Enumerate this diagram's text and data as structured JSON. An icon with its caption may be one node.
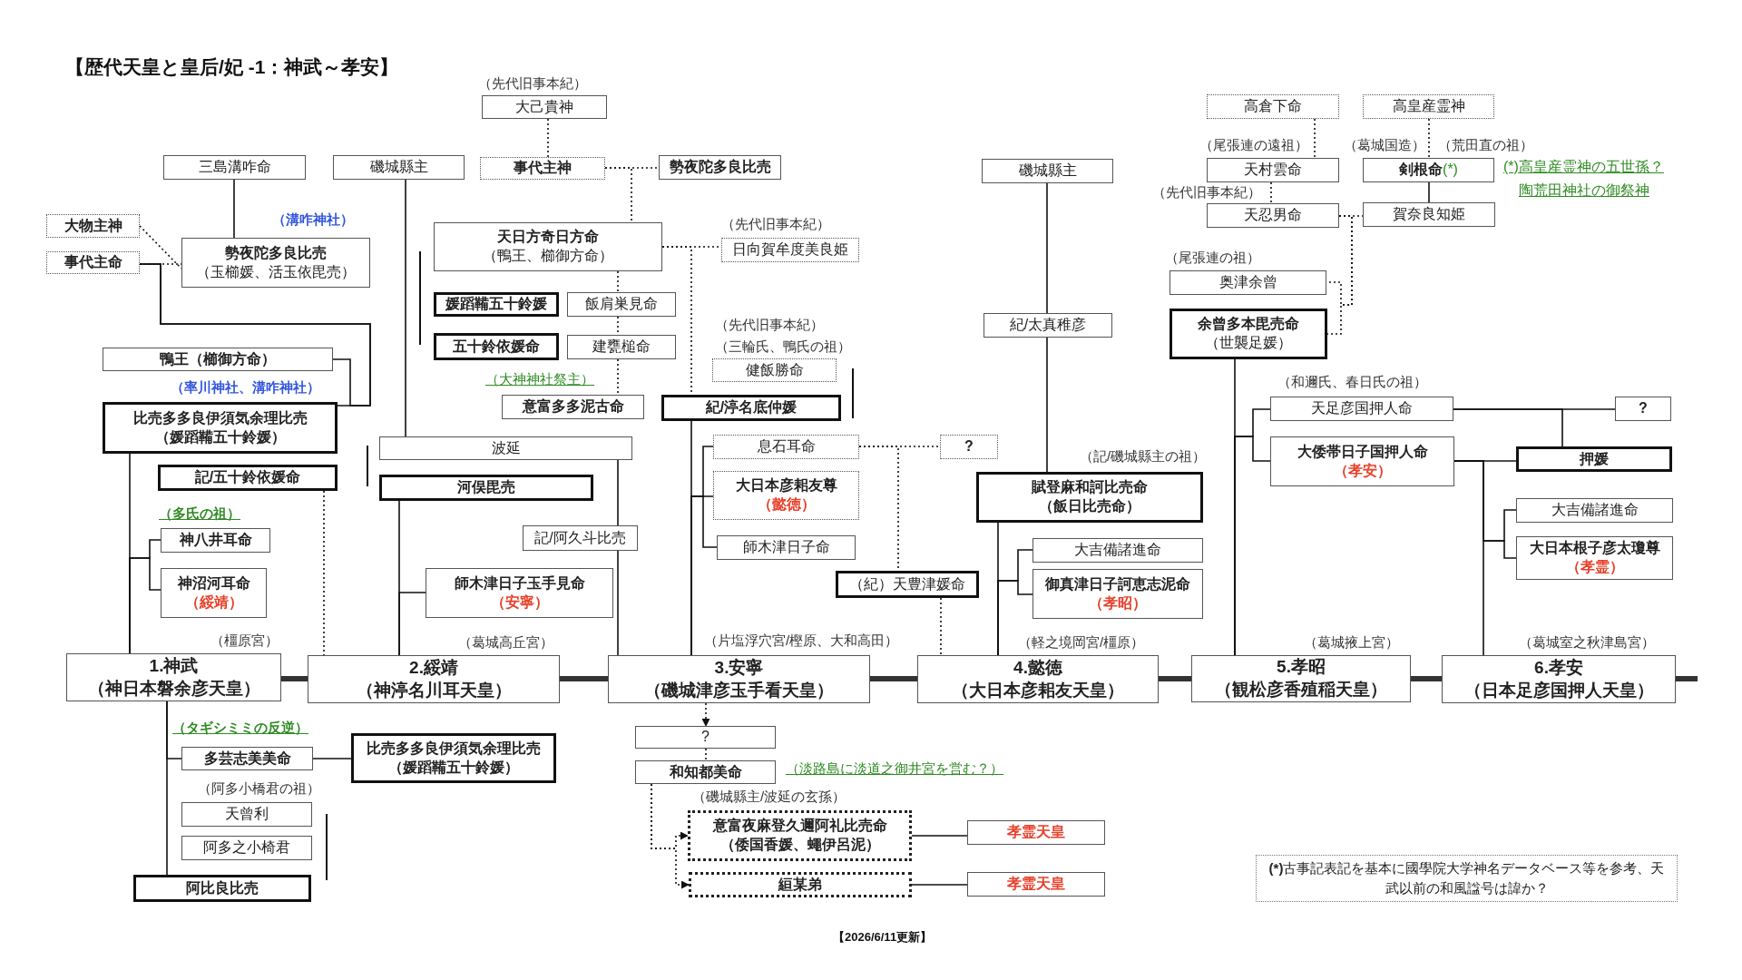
{
  "diagram": {
    "title": "【歴代天皇と皇后/妃 -1：神武～孝安】",
    "nodes": [
      {
        "text": [
          "大己貴神"
        ],
        "beside": [
          "（先代旧事本紀）"
        ]
      },
      {
        "text": [
          "事代主神"
        ]
      },
      {
        "text": [
          "勢夜陀多良比売"
        ]
      },
      {
        "text": [
          "三島溝咋命"
        ]
      },
      {
        "text": [
          "磯城縣主"
        ]
      },
      {
        "text": [
          "大物主神"
        ]
      },
      {
        "text": [
          "事代主命"
        ]
      },
      {
        "text": [
          "勢夜陀多良比売",
          "（玉櫛媛、活玉依毘売）"
        ],
        "beside": [
          "（溝咋神社）"
        ]
      },
      {
        "text": [
          "天日方奇日方命",
          "（鴨王、櫛御方命）"
        ]
      },
      {
        "text": [
          "日向賀牟度美良姫"
        ],
        "beside": [
          "（先代旧事本紀）"
        ]
      },
      {
        "text": [
          "媛蹈鞴五十鈴媛"
        ]
      },
      {
        "text": [
          "飯肩巣見命"
        ]
      },
      {
        "text": [
          "五十鈴依媛命"
        ]
      },
      {
        "text": [
          "建甕槌命"
        ]
      },
      {
        "text": [
          "意富多多泥古命"
        ],
        "beside": [
          "（大神神社祭主）"
        ]
      },
      {
        "text": [
          "健飯勝命"
        ],
        "beside": [
          "（先代旧事本紀）",
          "（三輪氏、鴨氏の祖）"
        ]
      },
      {
        "text": [
          "紀/渟名底仲媛"
        ]
      },
      {
        "text": [
          "鴨王（櫛御方命）"
        ]
      },
      {
        "text": [
          "比売多多良伊須気余理比売",
          "（媛蹈鞴五十鈴媛）"
        ],
        "beside": [
          "（率川神社、溝咋神社）"
        ]
      },
      {
        "text": [
          "記/五十鈴依媛命"
        ]
      },
      {
        "text": [
          "波延"
        ]
      },
      {
        "text": [
          "河俣毘売"
        ]
      },
      {
        "text": [
          "記/阿久斗比売"
        ]
      },
      {
        "text": [
          "神八井耳命"
        ],
        "beside": [
          "（多氏の祖）"
        ]
      },
      {
        "text": [
          "神沼河耳命",
          "（綏靖）"
        ]
      },
      {
        "text": [
          "師木津日子玉手見命",
          "（安寧）"
        ]
      },
      {
        "text": [
          "息石耳命"
        ]
      },
      {
        "text": [
          "?"
        ]
      },
      {
        "text": [
          "大日本彦耜友尊",
          "（懿徳）"
        ]
      },
      {
        "text": [
          "師木津日子命"
        ]
      },
      {
        "text": [
          "（紀）天豊津媛命"
        ]
      },
      {
        "text": [
          "磯城縣主"
        ]
      },
      {
        "text": [
          "紀/太真稚彦"
        ]
      },
      {
        "text": [
          "賦登麻和訶比売命",
          "（飯日比売命）"
        ],
        "beside": [
          "（記/磯城縣主の祖）"
        ]
      },
      {
        "text": [
          "大吉備諸進命"
        ]
      },
      {
        "text": [
          "御真津日子訶恵志泥命",
          "（孝昭）"
        ]
      },
      {
        "text": [
          "高倉下命"
        ]
      },
      {
        "text": [
          "高皇産霊神"
        ]
      },
      {
        "text": [
          "天村雲命"
        ],
        "beside": [
          "（尾張連の遠祖）"
        ]
      },
      {
        "text": [
          "剣根命",
          "(*)"
        ],
        "beside": [
          "（葛城国造）",
          "（荒田直の祖）"
        ]
      },
      {
        "text": [
          "天忍男命"
        ],
        "beside": [
          "（先代旧事本紀）"
        ]
      },
      {
        "text": [
          "賀奈良知姫"
        ]
      },
      {
        "text": [
          "奥津余曾"
        ],
        "beside": [
          "（尾張連の祖）"
        ]
      },
      {
        "text": [
          "余曾多本毘売命",
          "（世襲足媛）"
        ]
      },
      {
        "text": [
          "天足彦国押人命"
        ],
        "beside": [
          "（和邇氏、春日氏の祖）"
        ]
      },
      {
        "text": [
          "?"
        ]
      },
      {
        "text": [
          "大倭帯日子国押人命",
          "（孝安）"
        ]
      },
      {
        "text": [
          "押媛"
        ]
      },
      {
        "text": [
          "大吉備諸進命"
        ]
      },
      {
        "text": [
          "大日本根子彦太瓊尊",
          "（孝霊）"
        ]
      },
      {
        "text": [
          "1.神武",
          "（神日本磐余彦天皇）"
        ],
        "beside": [
          "（橿原宮）"
        ]
      },
      {
        "text": [
          "2.綏靖",
          "（神渟名川耳天皇）"
        ],
        "beside": [
          "（葛城高丘宮）"
        ]
      },
      {
        "text": [
          "3.安寧",
          "（磯城津彦玉手看天皇）"
        ],
        "beside": [
          "（片塩浮穴宮/樫原、大和高田）"
        ]
      },
      {
        "text": [
          "4.懿徳",
          "（大日本彦耜友天皇）"
        ],
        "beside": [
          "（軽之境岡宮/橿原）"
        ]
      },
      {
        "text": [
          "5.孝昭",
          "（観松彦香殖稲天皇）"
        ],
        "beside": [
          "（葛城掖上宮）"
        ]
      },
      {
        "text": [
          "6.孝安",
          "（日本足彦国押人天皇）"
        ],
        "beside": [
          "（葛城室之秋津島宮）"
        ]
      },
      {
        "text": [
          "多芸志美美命"
        ],
        "beside": [
          "（タギシミミの反逆）"
        ]
      },
      {
        "text": [
          "比売多多良伊須気余理比売",
          "（媛蹈鞴五十鈴媛）"
        ]
      },
      {
        "text": [
          "天曾利"
        ],
        "beside": [
          "（阿多小橋君の祖）"
        ]
      },
      {
        "text": [
          "阿多之小椅君"
        ]
      },
      {
        "text": [
          "阿比良比売"
        ]
      },
      {
        "text": [
          "?"
        ]
      },
      {
        "text": [
          "和知都美命"
        ],
        "beside": [
          "（淡路島に淡道之御井宮を営む？）"
        ]
      },
      {
        "text": [
          "意富夜麻登久邇阿礼比売命",
          "（倭国香媛、蠅伊呂泥）"
        ],
        "beside": [
          "（磯城縣主/波延の玄孫）"
        ]
      },
      {
        "text": [
          "絙某弟"
        ]
      },
      {
        "text": [
          "孝霊天皇"
        ]
      },
      {
        "text": [
          "孝霊天皇"
        ]
      },
      {
        "text": [
          "**(*)**古事記表記を基本に國學院大学神名データベース等を参考、天武以前の和風諡号は諱か？"
        ]
      }
    ],
    "edges": [
      {
        "from": 0,
        "to": 1,
        "arrow": "none",
        "style": "dashed"
      },
      {
        "from": 1,
        "to": 2,
        "arrow": "none",
        "style": "dashed"
      },
      {
        "from": 1,
        "to": 8,
        "arrow": "none",
        "style": "dashed"
      },
      {
        "from": 3,
        "to": 7,
        "arrow": "none"
      },
      {
        "from": 5,
        "to": 7,
        "arrow": "none",
        "style": "dashed"
      },
      {
        "from": 6,
        "to": 7,
        "arrow": "none",
        "style": "dashed"
      },
      {
        "from": 6,
        "to": 17,
        "arrow": "none"
      },
      {
        "from": 6,
        "to": 18,
        "arrow": "none"
      },
      {
        "from": 18,
        "to": 50,
        "arrow": "none"
      },
      {
        "from": 50,
        "to": 23,
        "arrow": "none"
      },
      {
        "from": 50,
        "to": 24,
        "arrow": "none"
      },
      {
        "from": 19,
        "to": 51,
        "arrow": "none",
        "style": "dashed"
      },
      {
        "from": 4,
        "to": 20,
        "arrow": "none"
      },
      {
        "from": 21,
        "to": 51,
        "arrow": "none"
      },
      {
        "from": 51,
        "to": 25,
        "arrow": "none"
      },
      {
        "from": 20,
        "to": 22,
        "arrow": "none"
      },
      {
        "from": 22,
        "to": 52,
        "arrow": "none"
      },
      {
        "from": 8,
        "to": 9,
        "arrow": "none",
        "style": "dashed"
      },
      {
        "from": 8,
        "to": 16,
        "arrow": "none",
        "style": "dashed"
      },
      {
        "from": 8,
        "to": 11,
        "arrow": "none",
        "style": "dashed"
      },
      {
        "from": 11,
        "to": 13,
        "arrow": "none",
        "style": "dashed"
      },
      {
        "from": 13,
        "to": 14,
        "arrow": "none",
        "style": "dashed"
      },
      {
        "from": 16,
        "to": 52,
        "arrow": "none"
      },
      {
        "from": 52,
        "to": 26,
        "arrow": "none"
      },
      {
        "from": 52,
        "to": 28,
        "arrow": "none"
      },
      {
        "from": 52,
        "to": 29,
        "arrow": "none"
      },
      {
        "from": 26,
        "to": 27,
        "arrow": "none",
        "style": "dashed"
      },
      {
        "from": 26,
        "to": 30,
        "arrow": "none",
        "style": "dashed"
      },
      {
        "from": 30,
        "to": 53,
        "arrow": "none",
        "style": "dashed"
      },
      {
        "from": 31,
        "to": 32,
        "arrow": "none"
      },
      {
        "from": 32,
        "to": 33,
        "arrow": "none"
      },
      {
        "from": 33,
        "to": 53,
        "arrow": "none"
      },
      {
        "from": 53,
        "to": 34,
        "arrow": "none"
      },
      {
        "from": 53,
        "to": 35,
        "arrow": "none"
      },
      {
        "from": 36,
        "to": 38,
        "arrow": "none",
        "style": "dashed"
      },
      {
        "from": 38,
        "to": 40,
        "arrow": "none",
        "style": "dashed"
      },
      {
        "from": 37,
        "to": 39,
        "arrow": "none",
        "style": "dashed"
      },
      {
        "from": 39,
        "to": 41,
        "arrow": "none"
      },
      {
        "from": 40,
        "to": 41,
        "arrow": "none",
        "style": "dashed"
      },
      {
        "from": 40,
        "to": 42,
        "arrow": "none",
        "style": "dashed"
      },
      {
        "from": 40,
        "to": 43,
        "arrow": "none",
        "style": "dashed"
      },
      {
        "from": 43,
        "to": 54,
        "arrow": "none"
      },
      {
        "from": 54,
        "to": 44,
        "arrow": "none"
      },
      {
        "from": 54,
        "to": 46,
        "arrow": "none"
      },
      {
        "from": 44,
        "to": 45,
        "arrow": "none"
      },
      {
        "from": 44,
        "to": 47,
        "arrow": "none"
      },
      {
        "from": 46,
        "to": 47,
        "arrow": "none"
      },
      {
        "from": 46,
        "to": 48,
        "arrow": "none"
      },
      {
        "from": 46,
        "to": 49,
        "arrow": "none"
      },
      {
        "from": 46,
        "to": 55,
        "arrow": "none"
      },
      {
        "from": 50,
        "to": 51,
        "arrow": "none",
        "style": "thick"
      },
      {
        "from": 51,
        "to": 52,
        "arrow": "none",
        "style": "thick"
      },
      {
        "from": 52,
        "to": 53,
        "arrow": "none",
        "style": "thick"
      },
      {
        "from": 53,
        "to": 54,
        "arrow": "none",
        "style": "thick"
      },
      {
        "from": 54,
        "to": 55,
        "arrow": "none",
        "style": "thick"
      },
      {
        "from": 55,
        "to": null,
        "arrow": "none",
        "style": "thick"
      },
      {
        "from": 50,
        "to": 60,
        "arrow": "none"
      },
      {
        "from": 50,
        "to": 56,
        "arrow": "none"
      },
      {
        "from": 56,
        "to": 57,
        "arrow": "none"
      },
      {
        "from": 52,
        "to": 61,
        "arrow": "to",
        "style": "dashed"
      },
      {
        "from": 61,
        "to": 62,
        "arrow": "none",
        "style": "dashed"
      },
      {
        "from": 62,
        "to": 63,
        "arrow": "to",
        "style": "dashed"
      },
      {
        "from": 62,
        "to": 64,
        "arrow": "to",
        "style": "dashed"
      },
      {
        "from": 63,
        "to": 65,
        "arrow": "none"
      },
      {
        "from": 64,
        "to": 66,
        "arrow": "none"
      }
    ],
    "labels": [
      "(*)高皇産霊神の五世孫？",
      "陶荒田神社の御祭神",
      "【2026/6/11更新】"
    ]
  }
}
